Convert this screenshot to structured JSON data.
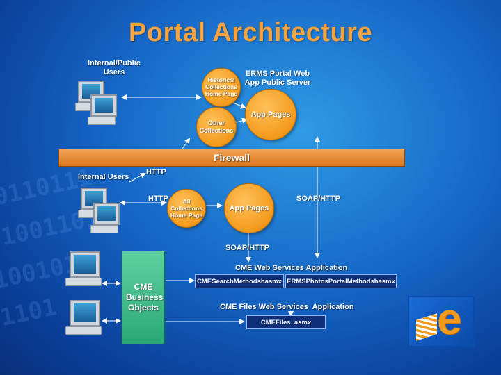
{
  "title": "Portal Architecture",
  "labels": {
    "internal_public_users": "Internal/Public Users",
    "erms_portal_web_app": "ERMS Portal Web App Public Server",
    "internal_users": "Internal Users",
    "http_top": "HTTP",
    "http_mid": "HTTP",
    "soap_http_right": "SOAP/HTTP",
    "soap_http_mid": "SOAP/HTTP",
    "cme_web_services_app": "CME Web Services Application",
    "cme_files_web_services_app": "CME Files Web Services  Application"
  },
  "circles": {
    "historical": "Historical Collections Home Page",
    "other": "Other Collections",
    "app_pages_top": "App Pages",
    "all_collections": "All Collections Home Page",
    "app_pages_mid": "App Pages"
  },
  "firewall": "Firewall",
  "boxes": {
    "cme_search": "CMESearchMethodshasmx",
    "erms_photos": "ERMSPhotosPortalMethodshasmx",
    "cme_files": "CMEFiles. asmx"
  },
  "cme_business_objects": "CME Business Objects",
  "colors": {
    "title": "#f7a23d",
    "firewall": "#e8872e",
    "circle": "#f39a1c",
    "green_box": "#3dbb88"
  }
}
